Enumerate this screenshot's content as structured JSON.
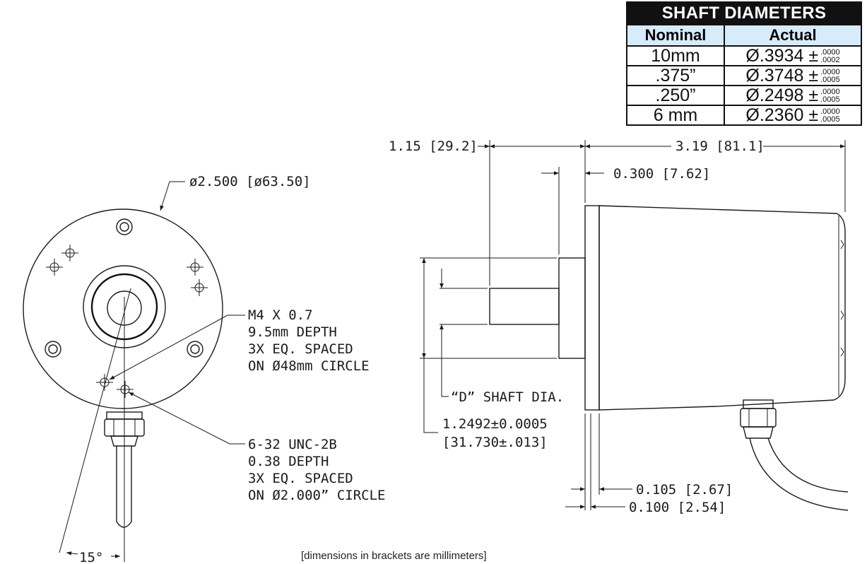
{
  "shaft_table": {
    "title": "SHAFT DIAMETERS",
    "headers": [
      "Nominal",
      "Actual"
    ],
    "rows": [
      {
        "nominal": "10mm",
        "actual": "Ø.3934 ±",
        "tol_plus": ".0000",
        "tol_minus": ".0002"
      },
      {
        "nominal": ".375”",
        "actual": "Ø.3748 ±",
        "tol_plus": ".0000",
        "tol_minus": ".0005"
      },
      {
        "nominal": ".250”",
        "actual": "Ø.2498 ±",
        "tol_plus": ".0000",
        "tol_minus": ".0005"
      },
      {
        "nominal": "6 mm",
        "actual": "Ø.2360 ±",
        "tol_plus": ".0000",
        "tol_minus": ".0005"
      }
    ]
  },
  "front_view": {
    "outer_diameter": "ø2.500 [ø63.50]",
    "m4_note": [
      "M4 X 0.7",
      "9.5mm DEPTH",
      "3X EQ. SPACED",
      "ON Ø48mm CIRCLE"
    ],
    "unc_note": [
      "6-32 UNC-2B",
      "0.38 DEPTH",
      "3X EQ. SPACED",
      "ON Ø2.000” CIRCLE"
    ],
    "angle": "15°"
  },
  "side_view": {
    "shaft_length": "1.15 [29.2]",
    "body_length": "3.19 [81.1]",
    "pilot_length": "0.300 [7.62]",
    "shaft_label": "“D” SHAFT DIA.",
    "pilot_diameter": [
      "1.2492±0.0005",
      "[31.730±.013]"
    ],
    "flange_thickness": "0.105 [2.67]",
    "flange_gap": "0.100 [2.54]"
  },
  "footnote": "[dimensions in brackets are millimeters]"
}
